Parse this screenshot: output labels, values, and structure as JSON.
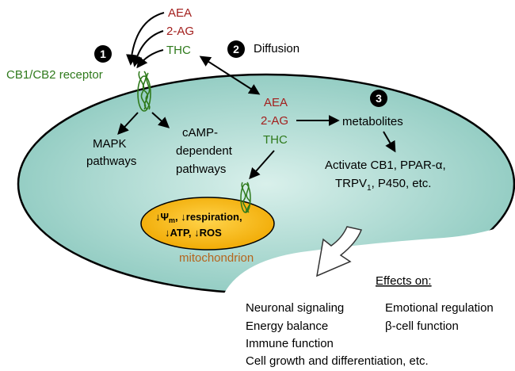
{
  "colors": {
    "ligand_endocannabinoid": "#a3201e",
    "ligand_phyto": "#2f7a1c",
    "cell_fill": "#9fd3ca",
    "mitochondrion_fill": "#f6b800",
    "mitochondrion_label": "#b5651d"
  },
  "extracellular": {
    "ligands": [
      "AEA",
      "2-AG",
      "THC"
    ],
    "receptor_label": "CB1/CB2 receptor"
  },
  "steps": [
    {
      "number": "1"
    },
    {
      "number": "2",
      "label": "Diffusion"
    },
    {
      "number": "3"
    }
  ],
  "intracellular": {
    "ligands": [
      "AEA",
      "2-AG",
      "THC"
    ],
    "mapk": [
      "MAPK",
      "pathways"
    ],
    "camp": [
      "cAMP-",
      "dependent",
      "pathways"
    ],
    "metabolites": "metabolites",
    "activate": [
      "Activate CB1, PPAR-α,",
      "TRPV",
      "1",
      ", P450, etc."
    ]
  },
  "mitochondrion": {
    "line1_parts": [
      "↓Ψ",
      "m",
      ", ↓respiration,"
    ],
    "line2": "↓ATP, ↓ROS",
    "label": "mitochondrion"
  },
  "effects": {
    "title": "Effects on:",
    "items": [
      "Neuronal signaling",
      "Emotional regulation",
      "Energy balance",
      "β-cell function",
      "Immune function",
      "Cell growth and differentiation, etc."
    ]
  }
}
